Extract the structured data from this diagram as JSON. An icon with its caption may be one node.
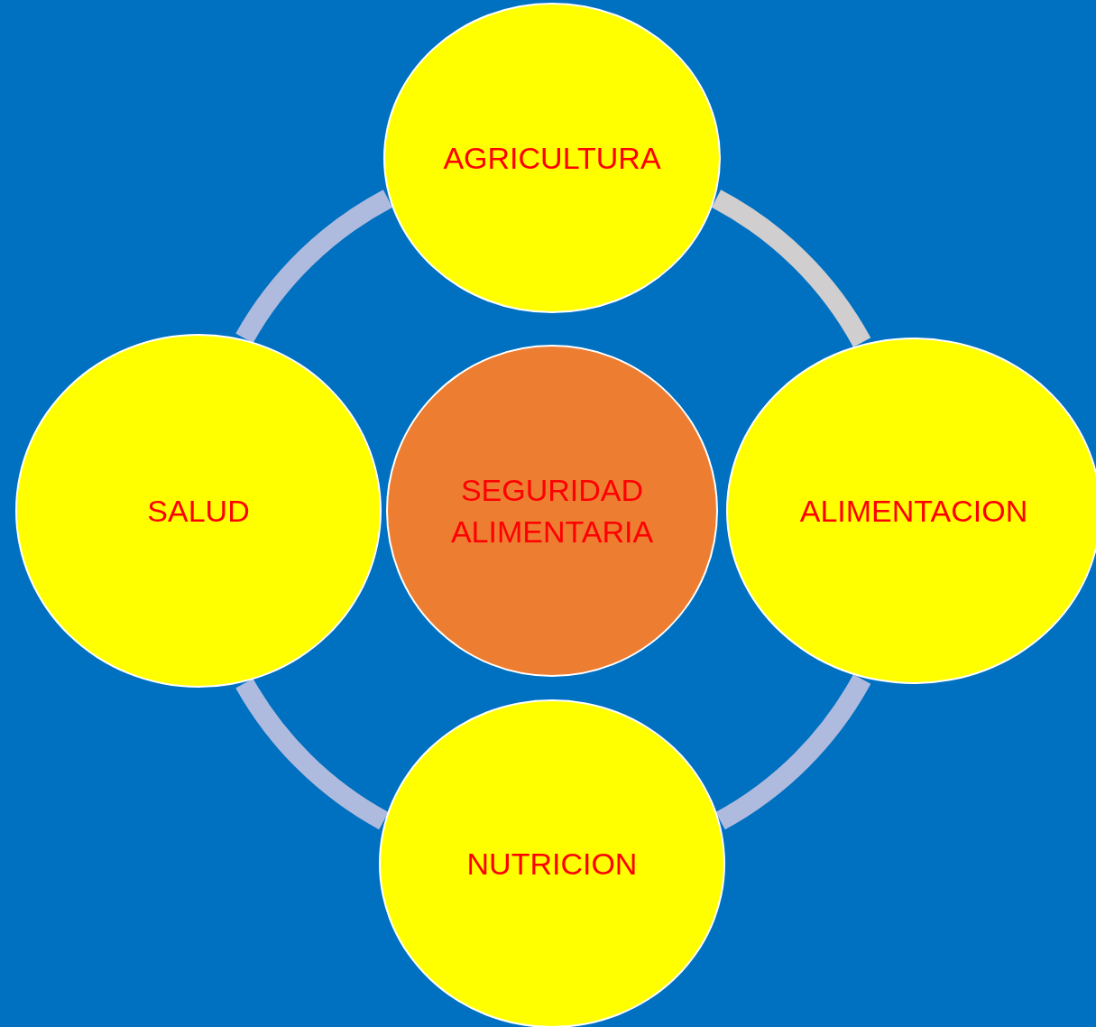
{
  "diagram": {
    "nodes": [
      {
        "text": [
          "AGRICULTURA"
        ]
      },
      {
        "text": [
          "SALUD"
        ]
      },
      {
        "text": [
          "SEGURIDAD ALIMENTARIA"
        ]
      },
      {
        "text": [
          "ALIMENTACION"
        ]
      },
      {
        "text": [
          "NUTRICION"
        ]
      }
    ],
    "edges": [
      {
        "from": 0,
        "to": 3,
        "arrow": "none",
        "color": "#d0cece"
      },
      {
        "from": 3,
        "to": 4,
        "arrow": "none"
      },
      {
        "from": 4,
        "to": 1,
        "arrow": "none"
      },
      {
        "from": 1,
        "to": 0,
        "arrow": "none"
      }
    ]
  }
}
